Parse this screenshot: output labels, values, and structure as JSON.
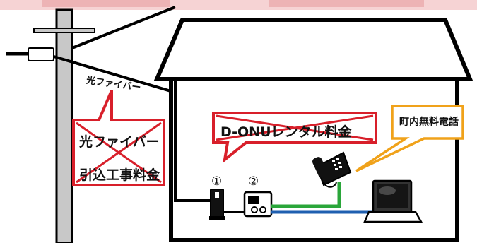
{
  "labels": {
    "fiber": "光ファイバー",
    "drop_fee_line1": "光ファイバー",
    "drop_fee_line2": "引込工事料金",
    "onu_fee": "D-ONUレンタル料金",
    "local_call": "町内無料電話",
    "marker_1": "①",
    "marker_2": "②"
  },
  "colors": {
    "red": "#d81f2a",
    "orange": "#f0a21a",
    "green": "#2aa63a",
    "blue": "#1f5fb0",
    "pole": "#c8c8c8",
    "top_band": "#e9a5a8"
  }
}
